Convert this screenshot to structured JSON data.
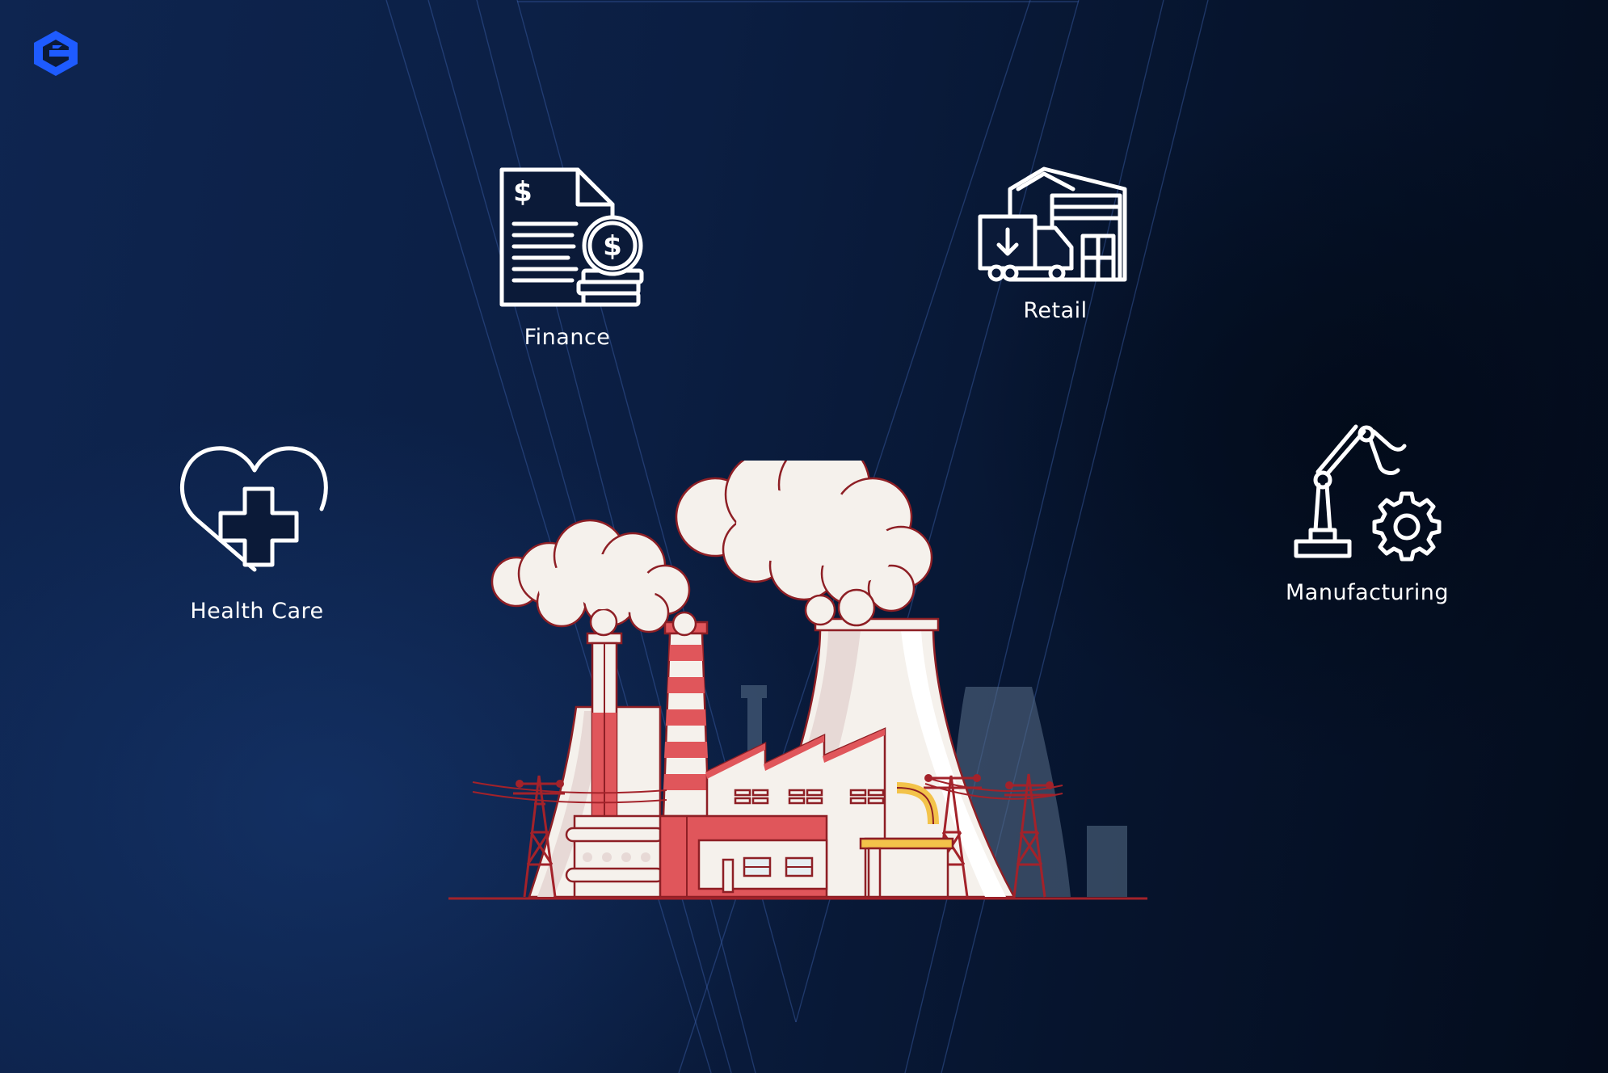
{
  "categories": {
    "finance": {
      "label": "Finance",
      "icon": "finance-document-icon"
    },
    "retail": {
      "label": "Retail",
      "icon": "warehouse-truck-icon"
    },
    "health_care": {
      "label": "Health Care",
      "icon": "heart-cross-icon"
    },
    "manufacturing": {
      "label": "Manufacturing",
      "icon": "robot-arm-gear-icon"
    }
  },
  "illustration": "factory-illustration",
  "colors": {
    "background_dark": "#040c1c",
    "background_blue": "#0e2550",
    "logo_blue": "#1e5bff",
    "factory_red": "#e0565b",
    "factory_cream": "#f5f1ec",
    "pylon_red": "#a3222a",
    "pipe_yellow": "#f3c34a"
  }
}
